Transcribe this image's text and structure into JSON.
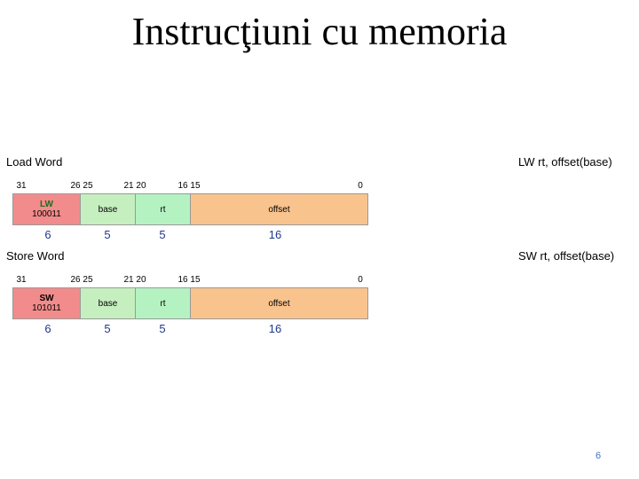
{
  "title": "Instrucţiuni cu memoria",
  "load": {
    "label": "Load Word",
    "syntax": "LW rt, offset(base)",
    "bits": [
      "31",
      "26 25",
      "21 20",
      "16 15",
      "0"
    ],
    "fields": [
      {
        "name": "LW",
        "code": "100011",
        "color": "#f28b8b"
      },
      {
        "name": "base",
        "color": "#c6efc0"
      },
      {
        "name": "rt",
        "color": "#b5f2c2"
      },
      {
        "name": "offset",
        "color": "#f9c38e"
      }
    ],
    "widths": [
      "6",
      "5",
      "5",
      "16"
    ]
  },
  "store": {
    "label": "Store Word",
    "syntax": "SW rt, offset(base)",
    "bits": [
      "31",
      "26 25",
      "21 20",
      "16 15",
      "0"
    ],
    "fields": [
      {
        "name": "SW",
        "code": "101011",
        "color": "#f28b8b"
      },
      {
        "name": "base",
        "color": "#c6efc0"
      },
      {
        "name": "rt",
        "color": "#b5f2c2"
      },
      {
        "name": "offset",
        "color": "#f9c38e"
      }
    ],
    "widths": [
      "6",
      "5",
      "5",
      "16"
    ]
  },
  "page_number": "6"
}
